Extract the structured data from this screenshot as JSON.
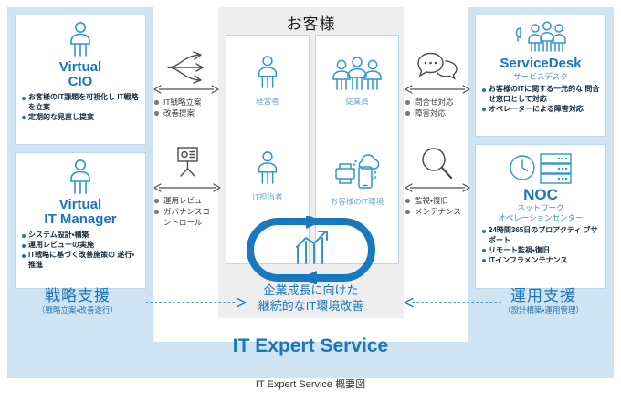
{
  "customer": {
    "title": "お客様",
    "left_column": [
      {
        "icon": "person-icon",
        "label": "経営者"
      },
      {
        "icon": "person-icon",
        "label": "IT担当者"
      }
    ],
    "right_column": [
      {
        "icon": "group-people-icon",
        "label": "従業員"
      },
      {
        "icon": "cloud-devices-icon",
        "label": "お客様のIT環境"
      }
    ],
    "cycle_icon": "growth-chart-loop-icon",
    "cycle_caption_line1": "企業成長に向けた",
    "cycle_caption_line2": "継続的なIT環境改善"
  },
  "left_cards": [
    {
      "icon": "person-icon",
      "title_line1": "Virtual",
      "title_line2": "CIO",
      "subtitle": "",
      "bullets": [
        "お客様のIT課題を可視化し IT戦略を立案",
        "定期的な見直し提案"
      ]
    },
    {
      "icon": "person-icon",
      "title_line1": "Virtual",
      "title_line2": "IT Manager",
      "subtitle": "",
      "bullets": [
        "システム設計・構築",
        "運用レビューの実施",
        "IT戦略に基づく改善施策の 遂行・推進"
      ]
    }
  ],
  "right_cards": [
    {
      "icon": "headset-support-icon",
      "title_line1": "ServiceDesk",
      "title_line2": "",
      "subtitle": "サービスデスク",
      "bullets": [
        "お客様のITに関する一元的な 問合せ窓口として対応",
        "オペレーターによる障害対応"
      ]
    },
    {
      "icon": "clock-server-icon",
      "title_line1": "NOC",
      "title_line2": "",
      "subtitle_line1": "ネットワーク",
      "subtitle_line2": "オペレーションセンター",
      "bullets": [
        "24時間365日のプロアクティ ブサポート",
        "リモート監視・復旧",
        "ITインフラメンテナンス"
      ]
    }
  ],
  "connectors": [
    {
      "id": "strategy-proposal",
      "icon": "branching-arrows-icon",
      "items": [
        "IT戦略立案",
        "改善提案"
      ]
    },
    {
      "id": "operation-review",
      "icon": "presentation-board-icon",
      "items": [
        "運用レビュー",
        "ガバナンスコ",
        "ントロール"
      ]
    },
    {
      "id": "inquiry-response",
      "icon": "speech-bubbles-icon",
      "items": [
        "問合せ対応",
        "障害対応"
      ]
    },
    {
      "id": "monitoring-maintenance",
      "icon": "magnifier-icon",
      "items": [
        "監視・復旧",
        "メンテナンス"
      ]
    }
  ],
  "support": {
    "left_title": "戦略支援",
    "left_sub": "（戦略立案・改善遂行）",
    "right_title": "運用支援",
    "right_sub": "（設計構築・運用管理）"
  },
  "bottom_title": "IT Expert Service",
  "figure_caption": "IT Expert Service 概要図",
  "colors": {
    "brand_blue": "#1b75bb",
    "icon_blue": "#3196cf",
    "band_blue": "#cfe4f3",
    "customer_gray": "#eeeeee",
    "card_border": "#bcd9ec",
    "arrow_gray": "#5a5a5a"
  }
}
